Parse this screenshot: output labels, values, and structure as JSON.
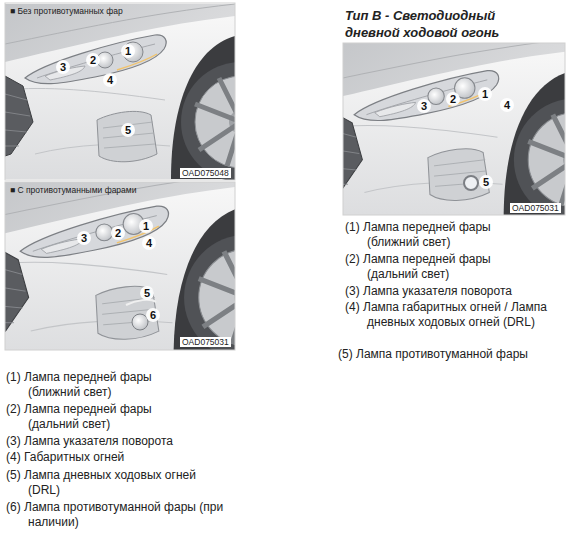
{
  "diagram": {
    "labels": [
      "■ Без противотуманных фар",
      "3",
      "2",
      "1",
      "4",
      "5",
      "OAD075048",
      "■ С противотуманными фарами",
      "3",
      "2",
      "1",
      "4",
      "5",
      "6",
      "OAD075031",
      "Тип B - Светодиодный дневной ходовой огонь",
      "3",
      "2",
      "1",
      "4",
      "5",
      "OAD075031",
      "(1) Лампа передней фары (ближний свет)",
      "(2) Лампа передней фары (дальний свет)",
      "(3) Лампа указателя поворота",
      "(4) Лампа габаритных огней / Лампа дневных ходовых огней (DRL)",
      "(5) Лампа противотуманной фары",
      "(1) Лампа передней фары (ближний свет)",
      "(2) Лампа передней фары (дальний свет)",
      "(3) Лампа указателя поворота",
      "(4) Габаритных огней",
      "(5) Лампа дневных ходовых огней (DRL)",
      "(6) Лампа противотуманной фары (при наличии)"
    ]
  }
}
